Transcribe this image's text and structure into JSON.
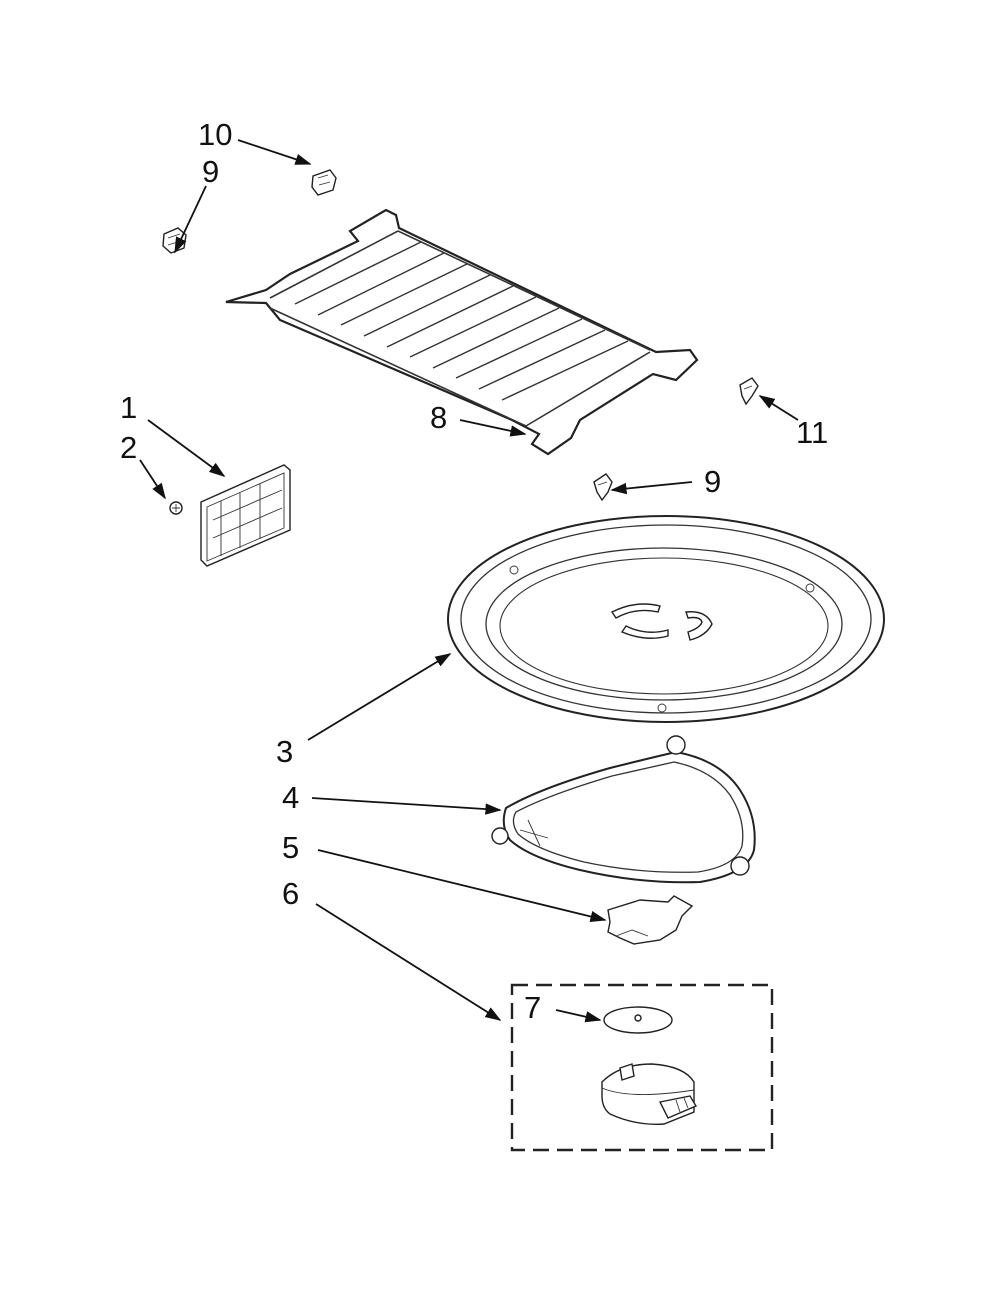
{
  "callouts": {
    "c1": "1",
    "c2": "2",
    "c3": "3",
    "c4": "4",
    "c5": "5",
    "c6": "6",
    "c7": "7",
    "c8": "8",
    "c9a": "9",
    "c9b": "9",
    "c10": "10",
    "c11": "11"
  }
}
